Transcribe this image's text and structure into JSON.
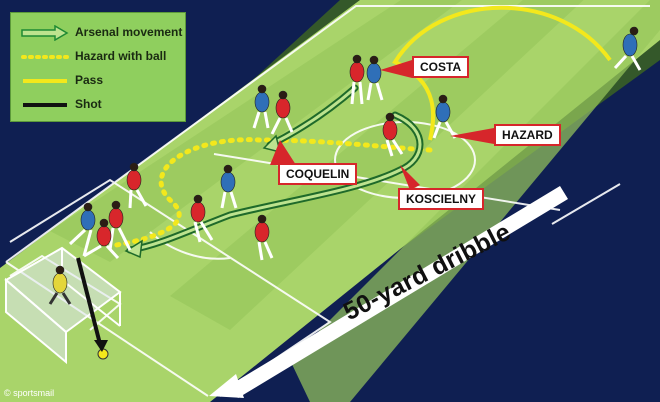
{
  "legend": {
    "items": [
      {
        "label": "Arsenal movement",
        "icon": "outline-arrow-icon",
        "color": "#1f8a33"
      },
      {
        "label": "Hazard with ball",
        "icon": "dotted-line-icon",
        "color": "#f3e81c"
      },
      {
        "label": "Pass",
        "icon": "solid-yellow-line-icon",
        "color": "#f3e81c"
      },
      {
        "label": "Shot",
        "icon": "black-line-icon",
        "color": "#111111"
      }
    ]
  },
  "callouts": {
    "costa": "COSTA",
    "hazard": "HAZARD",
    "coquelin": "COQUELIN",
    "koscielny": "KOSCIELNY"
  },
  "dribble": "50-yard dribble",
  "credit": "© sportsmail",
  "colors": {
    "pitch_light": "#a9d46a",
    "pitch_dark": "#8fc257",
    "chelsea": "#2f6fb8",
    "arsenal": "#d8262b",
    "callout_border": "#d6262b"
  }
}
